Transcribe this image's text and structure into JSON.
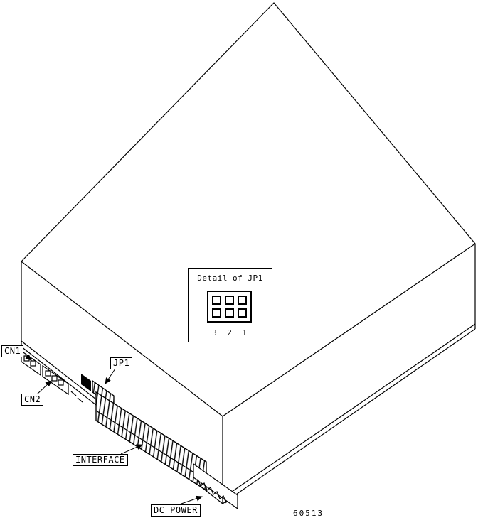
{
  "drawing": {
    "background": "#ffffff",
    "line_color": "#000000",
    "callouts": {
      "cn1": "CN1",
      "cn2": "CN2",
      "jp1": "JP1",
      "interface": "INTERFACE",
      "dc_power": "DC POWER"
    },
    "jp1_detail": {
      "title": "Detail of JP1",
      "pin_numbers": [
        "3",
        "2",
        "1"
      ]
    },
    "figure_number": "60513"
  }
}
